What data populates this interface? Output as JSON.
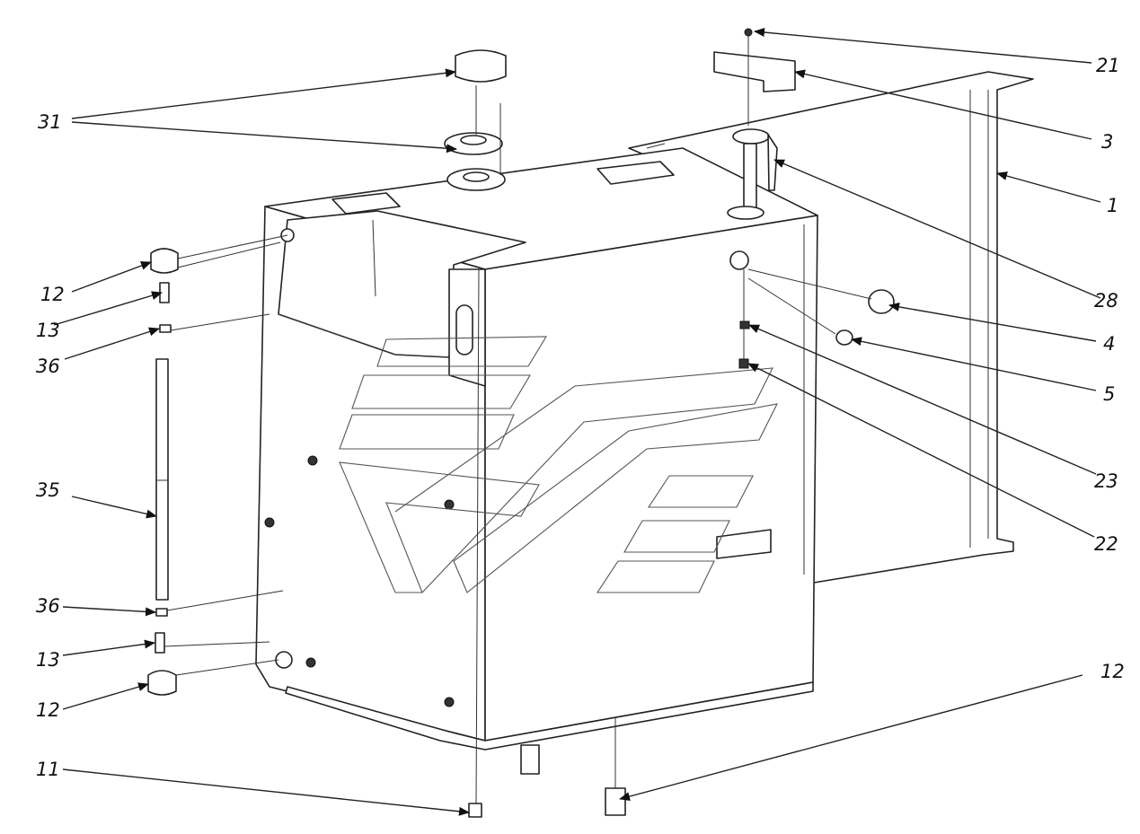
{
  "callouts": [
    "21",
    "31",
    "3",
    "1",
    "28",
    "12",
    "13",
    "36",
    "4",
    "5",
    "23",
    "35",
    "22",
    "12",
    "36",
    "13",
    "12",
    "11"
  ]
}
